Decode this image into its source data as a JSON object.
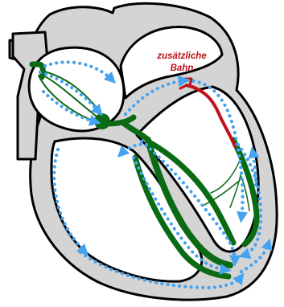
{
  "annotation": {
    "line1": "zusätzliche",
    "line2": "Bahn"
  },
  "colors": {
    "conduction_green": "#0b6b14",
    "accessory_red": "#c0121b",
    "impulse_blue": "#45a3f0",
    "heart_wall": "#d4d4d4",
    "outline": "#000000"
  },
  "icons": {
    "arrow": "arrowhead"
  }
}
